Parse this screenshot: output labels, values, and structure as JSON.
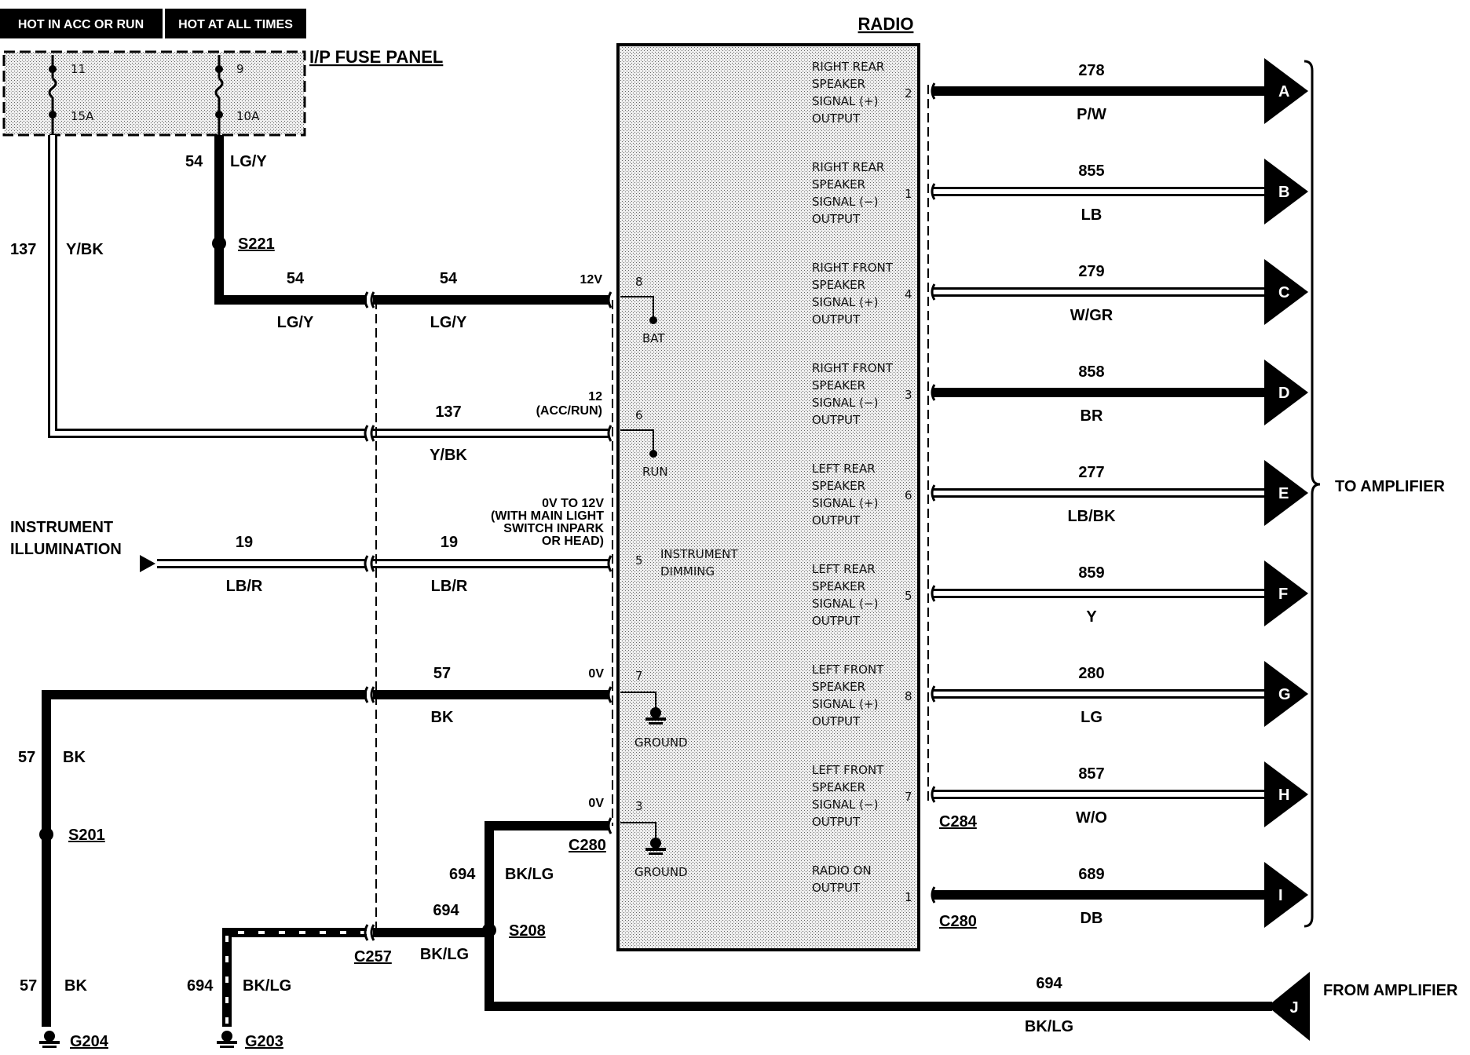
{
  "headers": {
    "hot_acc_run": "HOT IN ACC OR RUN",
    "hot_all_times": "HOT AT ALL TIMES"
  },
  "fuse_panel": {
    "title": "I/P FUSE PANEL",
    "fuse_a": {
      "number": "11",
      "rating": "15A"
    },
    "fuse_b": {
      "number": "9",
      "rating": "10A"
    }
  },
  "radio_title": "RADIO",
  "splices": {
    "s221": "S221",
    "s201": "S201",
    "s208": "S208"
  },
  "grounds": {
    "g204": "G204",
    "g203": "G203"
  },
  "connectors": {
    "c257": "C257",
    "c280a": "C280",
    "c284": "C284",
    "c280b": "C280"
  },
  "left_wires": {
    "w54_vert": {
      "circuit": "54",
      "color": "LG/Y"
    },
    "w137_vert": {
      "circuit": "137",
      "color": "Y/BK"
    },
    "w54_h1": {
      "circuit": "54",
      "color": "LG/Y"
    },
    "w54_h2": {
      "circuit": "54",
      "color": "LG/Y"
    },
    "w137_h2": {
      "circuit": "137",
      "color": "Y/BK"
    },
    "w19_h1": {
      "circuit": "19",
      "color": "LB/R"
    },
    "w19_h2": {
      "circuit": "19",
      "color": "LB/R"
    },
    "w57_h2": {
      "circuit": "57",
      "color": "BK"
    },
    "w57_v1": {
      "circuit": "57",
      "color": "BK"
    },
    "w57_v2": {
      "circuit": "57",
      "color": "BK"
    },
    "w694_v1": {
      "circuit": "694",
      "color": "BK/LG"
    },
    "w694_h": {
      "circuit": "694",
      "color": "BK/LG"
    },
    "w694_v2": {
      "circuit": "694",
      "color": "BK/LG"
    },
    "w694_bottom": {
      "circuit": "694",
      "color": "BK/LG"
    }
  },
  "instrument_illumination": {
    "line1": "INSTRUMENT",
    "line2": "ILLUMINATION"
  },
  "voltages": {
    "v12": "12V",
    "acc_run_1": "12",
    "acc_run_2": "(ACC/RUN)",
    "dim_1": "0V TO 12V",
    "dim_2": "(WITH MAIN LIGHT",
    "dim_3": "SWITCH INPARK",
    "dim_4": "OR HEAD)",
    "v0a": "0V",
    "v0b": "0V"
  },
  "radio_left_pins": {
    "bat": {
      "pin": "8",
      "label": "BAT"
    },
    "run": {
      "pin": "6",
      "label": "RUN"
    },
    "dim": {
      "pin": "5",
      "label1": "INSTRUMENT",
      "label2": "DIMMING"
    },
    "gnd1": {
      "pin": "7",
      "label": "GROUND"
    },
    "gnd2": {
      "pin": "3",
      "label": "GROUND"
    }
  },
  "radio_right_pins": [
    {
      "lines": [
        "RIGHT REAR",
        "SPEAKER",
        "SIGNAL (+)",
        "OUTPUT"
      ],
      "pin": "2"
    },
    {
      "lines": [
        "RIGHT REAR",
        "SPEAKER",
        "SIGNAL (−)",
        "OUTPUT"
      ],
      "pin": "1"
    },
    {
      "lines": [
        "RIGHT FRONT",
        "SPEAKER",
        "SIGNAL (+)",
        "OUTPUT"
      ],
      "pin": "4"
    },
    {
      "lines": [
        "RIGHT FRONT",
        "SPEAKER",
        "SIGNAL (−)",
        "OUTPUT"
      ],
      "pin": "3"
    },
    {
      "lines": [
        "LEFT REAR",
        "SPEAKER",
        "SIGNAL (+)",
        "OUTPUT"
      ],
      "pin": "6"
    },
    {
      "lines": [
        "LEFT REAR",
        "SPEAKER",
        "SIGNAL (−)",
        "OUTPUT"
      ],
      "pin": "5"
    },
    {
      "lines": [
        "LEFT FRONT",
        "SPEAKER",
        "SIGNAL (+)",
        "OUTPUT"
      ],
      "pin": "8"
    },
    {
      "lines": [
        "LEFT FRONT",
        "SPEAKER",
        "SIGNAL (−)",
        "OUTPUT"
      ],
      "pin": "7"
    },
    {
      "lines": [
        "RADIO ON",
        "OUTPUT"
      ],
      "pin": "1"
    }
  ],
  "amp_outputs": [
    {
      "circuit": "278",
      "color": "P/W",
      "letter": "A"
    },
    {
      "circuit": "855",
      "color": "LB",
      "letter": "B"
    },
    {
      "circuit": "279",
      "color": "W/GR",
      "letter": "C"
    },
    {
      "circuit": "858",
      "color": "BR",
      "letter": "D"
    },
    {
      "circuit": "277",
      "color": "LB/BK",
      "letter": "E"
    },
    {
      "circuit": "859",
      "color": "Y",
      "letter": "F"
    },
    {
      "circuit": "280",
      "color": "LG",
      "letter": "G"
    },
    {
      "circuit": "857",
      "color": "W/O",
      "letter": "H"
    },
    {
      "circuit": "689",
      "color": "DB",
      "letter": "I"
    }
  ],
  "to_amplifier": "TO AMPLIFIER",
  "from_amplifier": {
    "label": "FROM AMPLIFIER",
    "letter": "J"
  }
}
